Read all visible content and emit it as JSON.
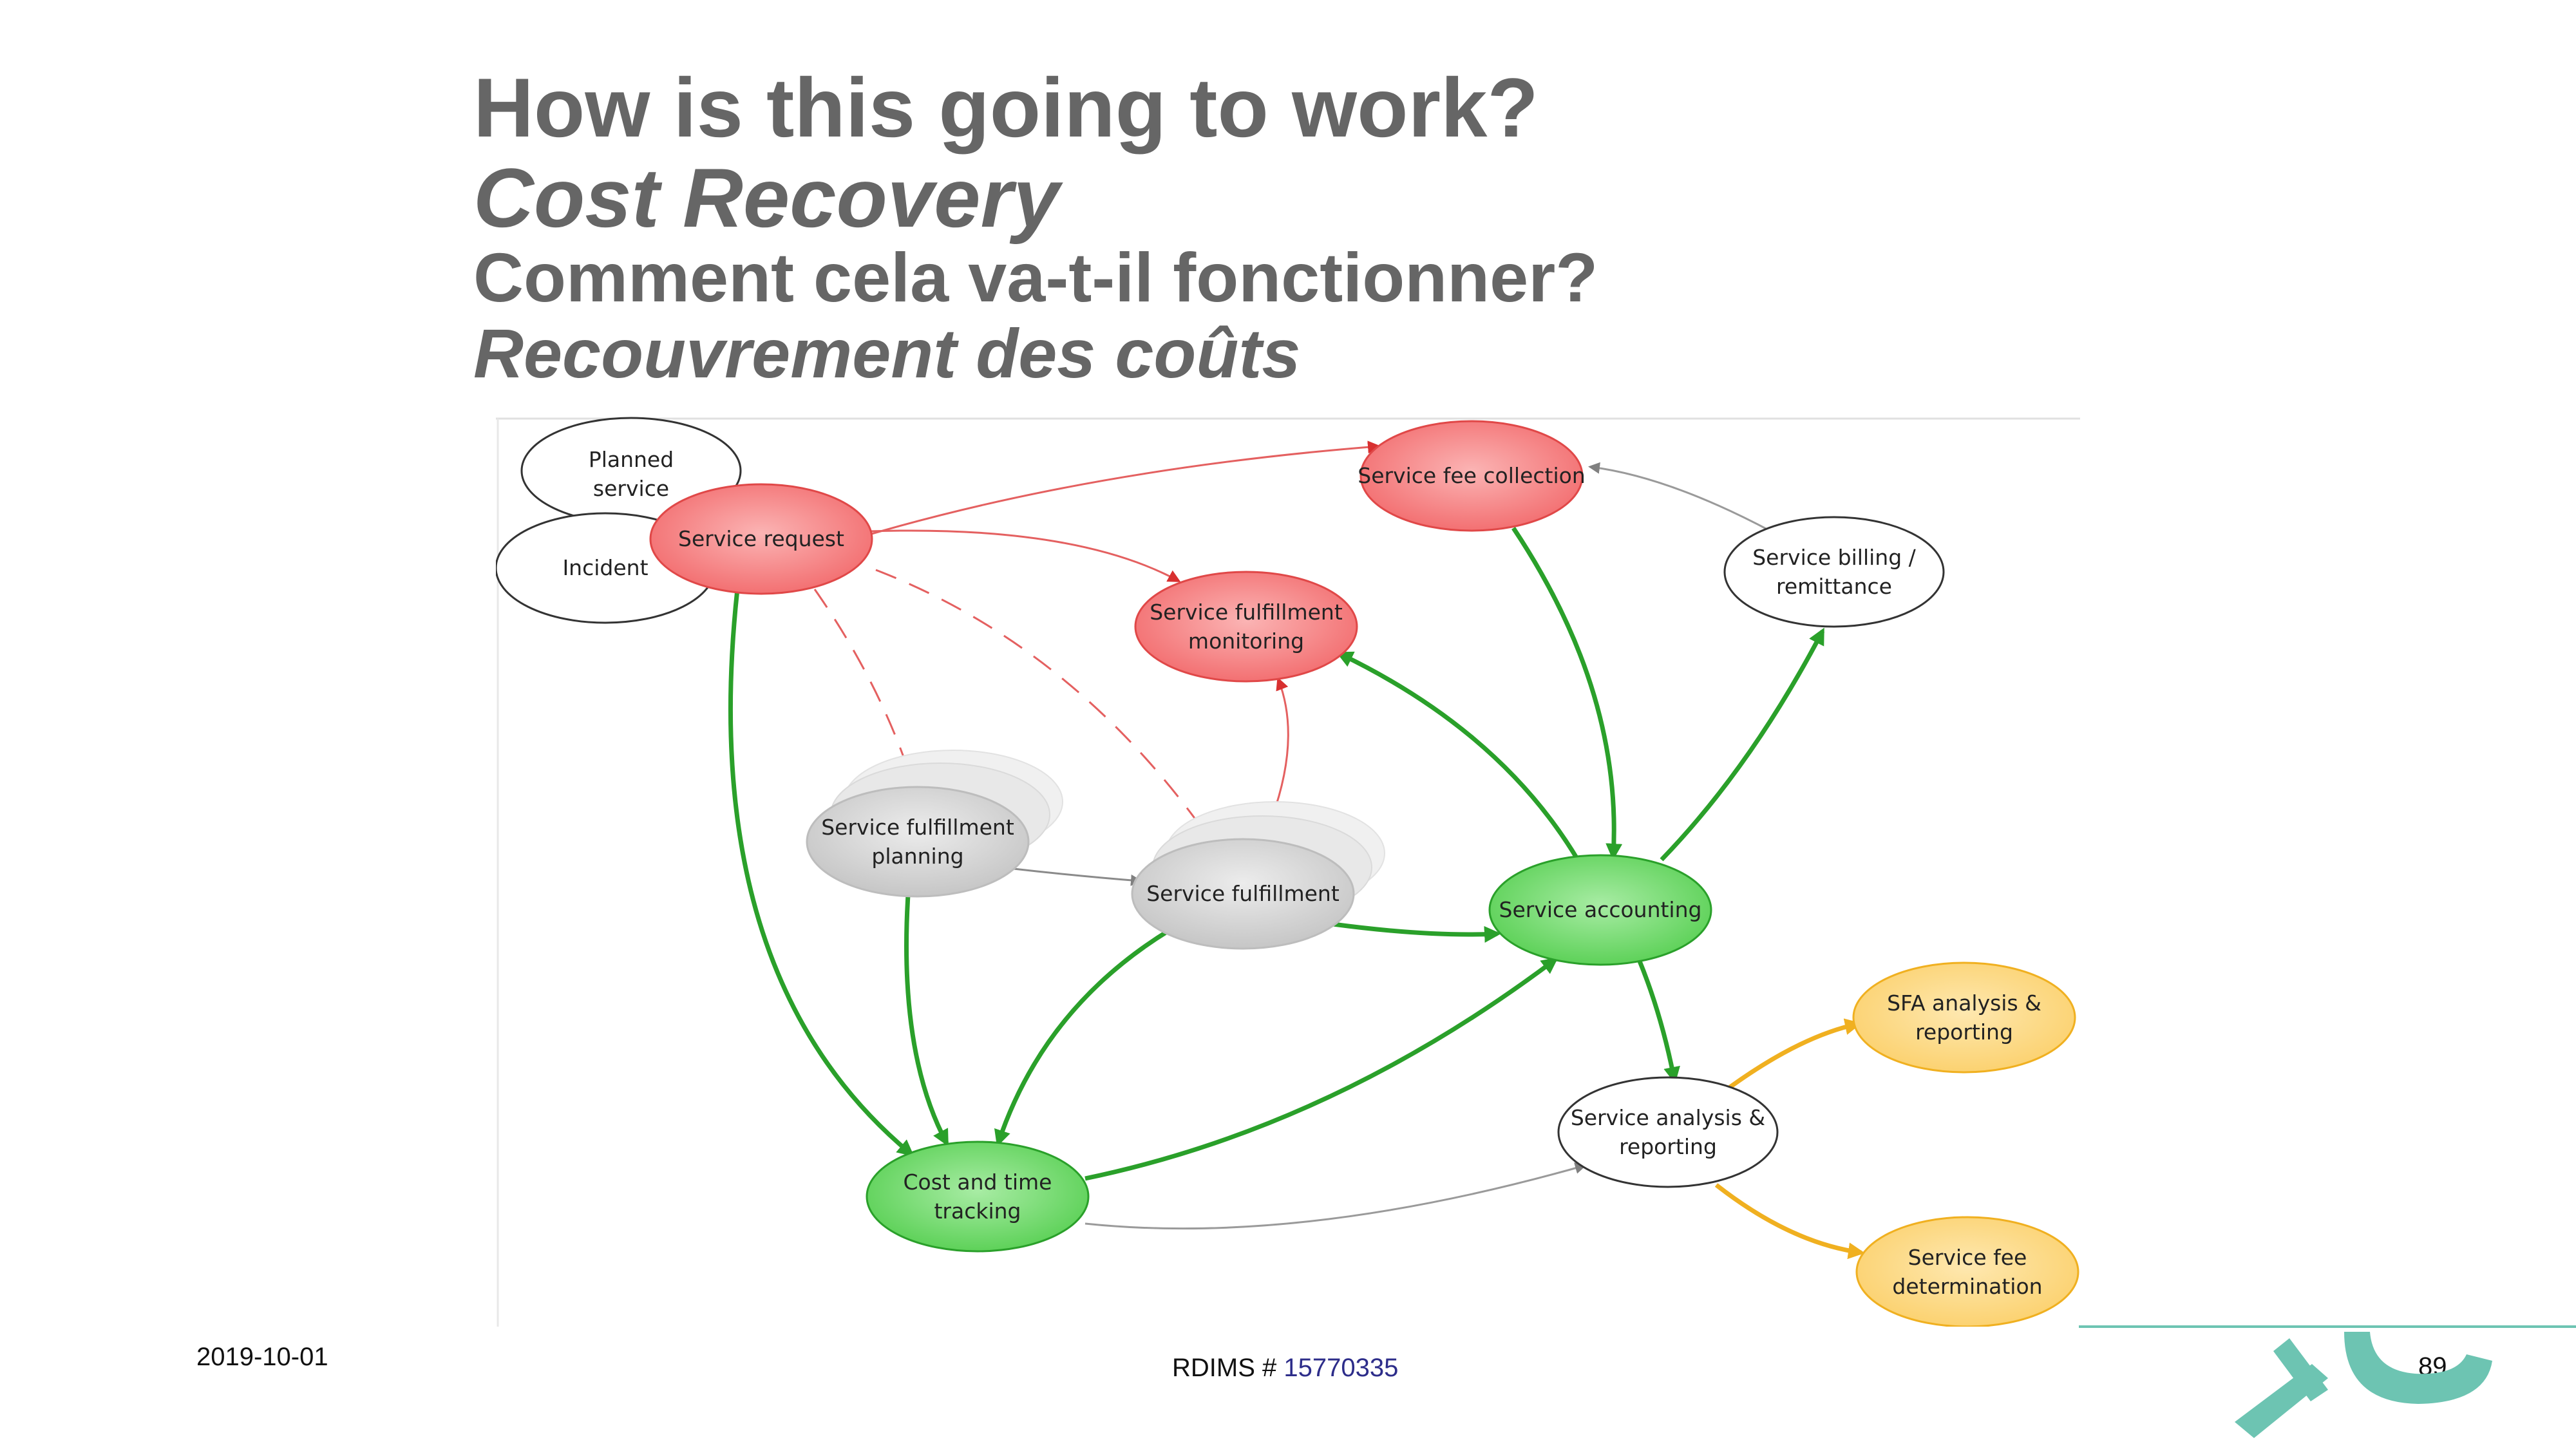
{
  "slide": {
    "title_line1": "How is this going to work?",
    "title_line2": "Cost Recovery",
    "title_line3": "Comment cela va-t-il fonctionner?",
    "title_line4": "Recouvrement des coûts"
  },
  "footer": {
    "date": "2019-10-01",
    "rdims_label": "RDIMS # ",
    "rdims_number": "15770335",
    "page_number": "89"
  },
  "diagram": {
    "nodes": {
      "planned_service": [
        "Planned",
        "service"
      ],
      "incident": [
        "Incident"
      ],
      "service_request": [
        "Service request"
      ],
      "service_fee_collection": [
        "Service fee collection"
      ],
      "service_fulfillment_monitoring": [
        "Service fulfillment",
        "monitoring"
      ],
      "service_billing": [
        "Service billing /",
        "remittance"
      ],
      "service_fulfillment_planning": [
        "Service fulfillment",
        "planning"
      ],
      "service_fulfillment": [
        "Service fulfillment"
      ],
      "service_accounting": [
        "Service accounting"
      ],
      "sfa_analysis": [
        "SFA analysis &",
        "reporting"
      ],
      "service_analysis": [
        "Service analysis &",
        "reporting"
      ],
      "cost_time_tracking": [
        "Cost and time",
        "tracking"
      ],
      "service_fee_determination": [
        "Service fee",
        "determination"
      ]
    },
    "colors": {
      "red_fill": "#f5787a",
      "red_edge": "#e04848",
      "green_fill": "#6fd86a",
      "green_edge": "#2aa02a",
      "gray_fill": "#d2d2d2",
      "yellow_fill": "#fcd67a",
      "yellow_edge": "#f0b020",
      "accent_teal": "#6dc4b2"
    }
  }
}
